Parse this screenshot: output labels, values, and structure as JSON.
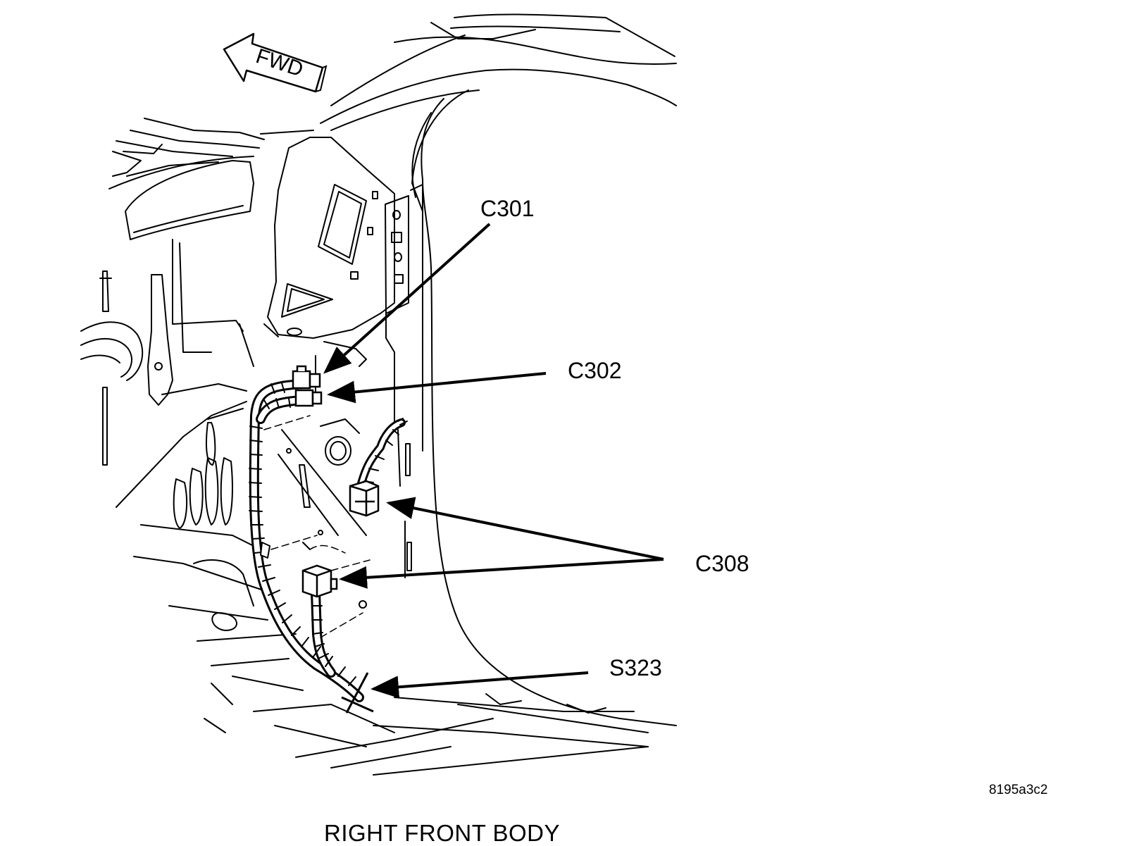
{
  "diagram": {
    "fwd_label": "FWD",
    "callouts": {
      "c301": "C301",
      "c302": "C302",
      "c308": "C308",
      "s323": "S323"
    },
    "reference_code": "8195a3c2",
    "caption": "RIGHT FRONT BODY",
    "colors": {
      "line": "#000000",
      "background": "#ffffff"
    }
  }
}
